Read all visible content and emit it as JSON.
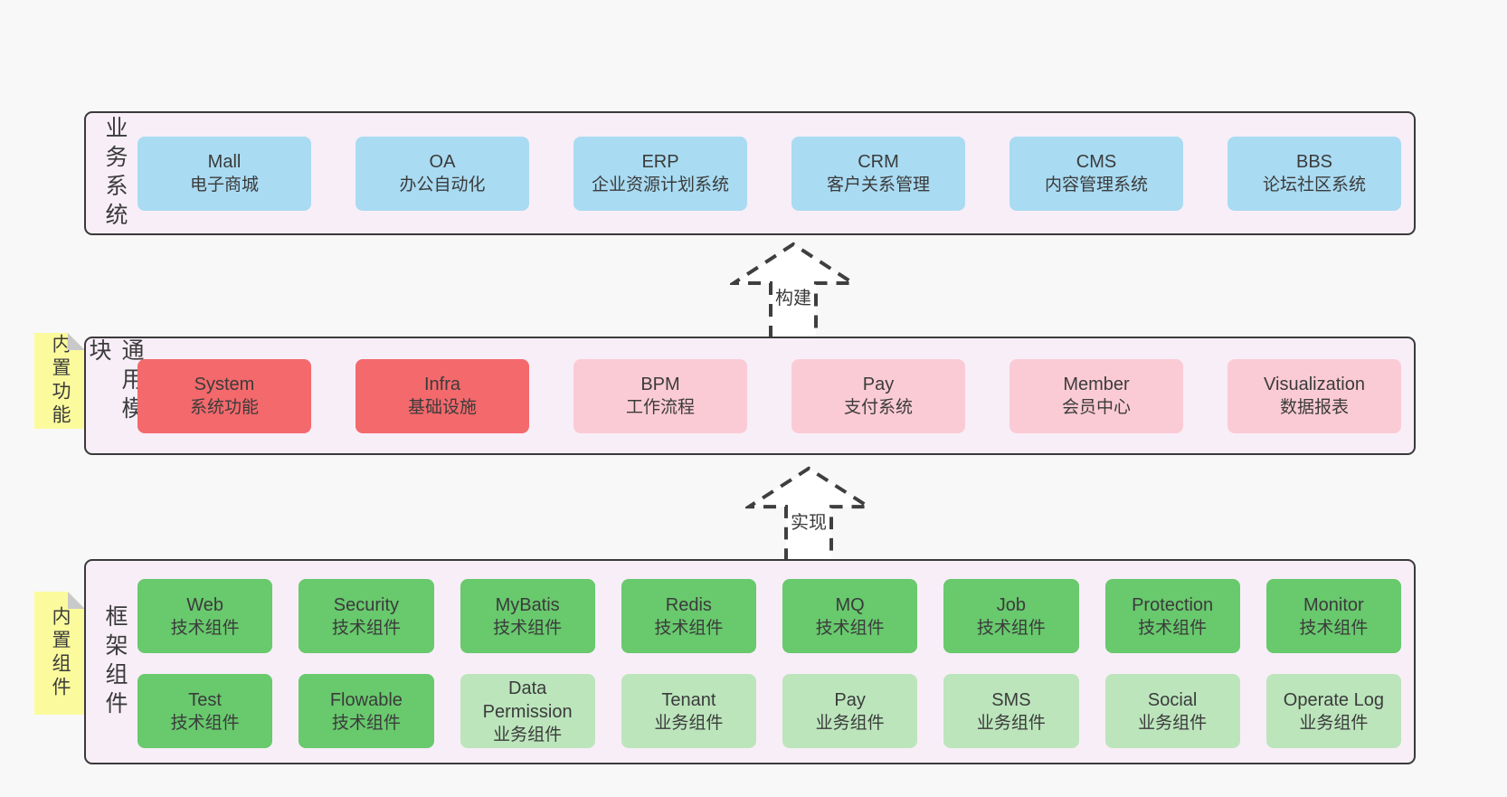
{
  "colors": {
    "page_bg": "#f8f8f8",
    "band_bg": "#f8eef7",
    "band_border": "#3a3a3a",
    "text": "#3b3b3b",
    "blue": "#a9dbf2",
    "red": "#f4696c",
    "pink": "#fbcbd5",
    "green": "#68c96d",
    "lightgreen": "#bce5bc",
    "yellow": "#fbfb9d",
    "fold_gray": "#c9c9c9",
    "arrow_stroke": "#3f3f3f",
    "arrow_fill": "#ffffff"
  },
  "arrows": [
    {
      "label": "构建"
    },
    {
      "label": "实现"
    }
  ],
  "layers": [
    {
      "label": "业务系统",
      "note": null,
      "boxes": [
        {
          "title": "Mall",
          "subtitle": "电子商城",
          "variant": "blue"
        },
        {
          "title": "OA",
          "subtitle": "办公自动化",
          "variant": "blue"
        },
        {
          "title": "ERP",
          "subtitle": "企业资源计划系统",
          "variant": "blue"
        },
        {
          "title": "CRM",
          "subtitle": "客户关系管理",
          "variant": "blue"
        },
        {
          "title": "CMS",
          "subtitle": "内容管理系统",
          "variant": "blue"
        },
        {
          "title": "BBS",
          "subtitle": "论坛社区系统",
          "variant": "blue"
        }
      ]
    },
    {
      "label": "通用模块",
      "note": "内置功能",
      "boxes": [
        {
          "title": "System",
          "subtitle": "系统功能",
          "variant": "red"
        },
        {
          "title": "Infra",
          "subtitle": "基础设施",
          "variant": "red"
        },
        {
          "title": "BPM",
          "subtitle": "工作流程",
          "variant": "pink"
        },
        {
          "title": "Pay",
          "subtitle": "支付系统",
          "variant": "pink"
        },
        {
          "title": "Member",
          "subtitle": "会员中心",
          "variant": "pink"
        },
        {
          "title": "Visualization",
          "subtitle": "数据报表",
          "variant": "pink"
        }
      ]
    },
    {
      "label": "框架组件",
      "note": "内置组件",
      "boxes": [
        {
          "title": "Web",
          "subtitle": "技术组件",
          "variant": "green"
        },
        {
          "title": "Security",
          "subtitle": "技术组件",
          "variant": "green"
        },
        {
          "title": "MyBatis",
          "subtitle": "技术组件",
          "variant": "green"
        },
        {
          "title": "Redis",
          "subtitle": "技术组件",
          "variant": "green"
        },
        {
          "title": "MQ",
          "subtitle": "技术组件",
          "variant": "green"
        },
        {
          "title": "Job",
          "subtitle": "技术组件",
          "variant": "green"
        },
        {
          "title": "Protection",
          "subtitle": "技术组件",
          "variant": "green"
        },
        {
          "title": "Monitor",
          "subtitle": "技术组件",
          "variant": "green"
        },
        {
          "title": "Test",
          "subtitle": "技术组件",
          "variant": "green"
        },
        {
          "title": "Flowable",
          "subtitle": "技术组件",
          "variant": "green"
        },
        {
          "title": "Data Permission",
          "subtitle": "业务组件",
          "variant": "lightgreen"
        },
        {
          "title": "Tenant",
          "subtitle": "业务组件",
          "variant": "lightgreen"
        },
        {
          "title": "Pay",
          "subtitle": "业务组件",
          "variant": "lightgreen"
        },
        {
          "title": "SMS",
          "subtitle": "业务组件",
          "variant": "lightgreen"
        },
        {
          "title": "Social",
          "subtitle": "业务组件",
          "variant": "lightgreen"
        },
        {
          "title": "Operate Log",
          "subtitle": "业务组件",
          "variant": "lightgreen"
        }
      ]
    }
  ]
}
